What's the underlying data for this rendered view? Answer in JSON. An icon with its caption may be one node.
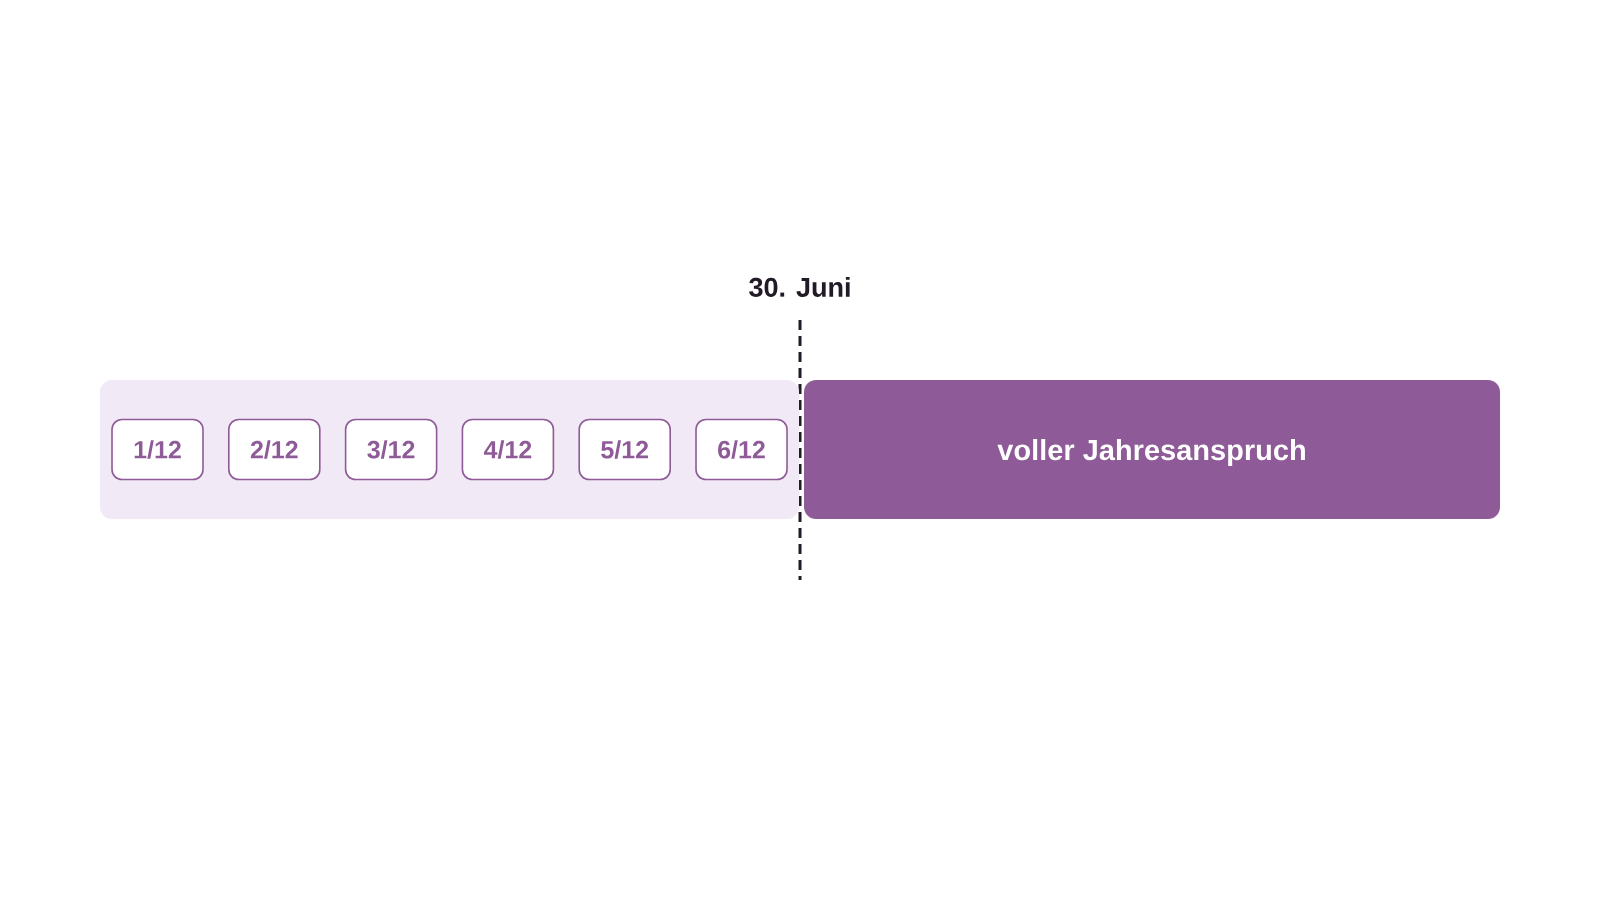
{
  "diagram": {
    "nodes": [
      {
        "text": [],
        "shape": "box"
      },
      {
        "text": [
          "1/12"
        ],
        "in": 0
      },
      {
        "text": [
          "2/12"
        ],
        "in": 0
      },
      {
        "text": [
          "3/12"
        ],
        "in": 0
      },
      {
        "text": [
          "4/12"
        ],
        "in": 0
      },
      {
        "text": [
          "5/12"
        ],
        "in": 0
      },
      {
        "text": [
          "6/12"
        ],
        "in": 0
      },
      {
        "text": [
          "voller Jahresanspruch"
        ]
      }
    ],
    "labels": [
      "30. Juni"
    ]
  }
}
